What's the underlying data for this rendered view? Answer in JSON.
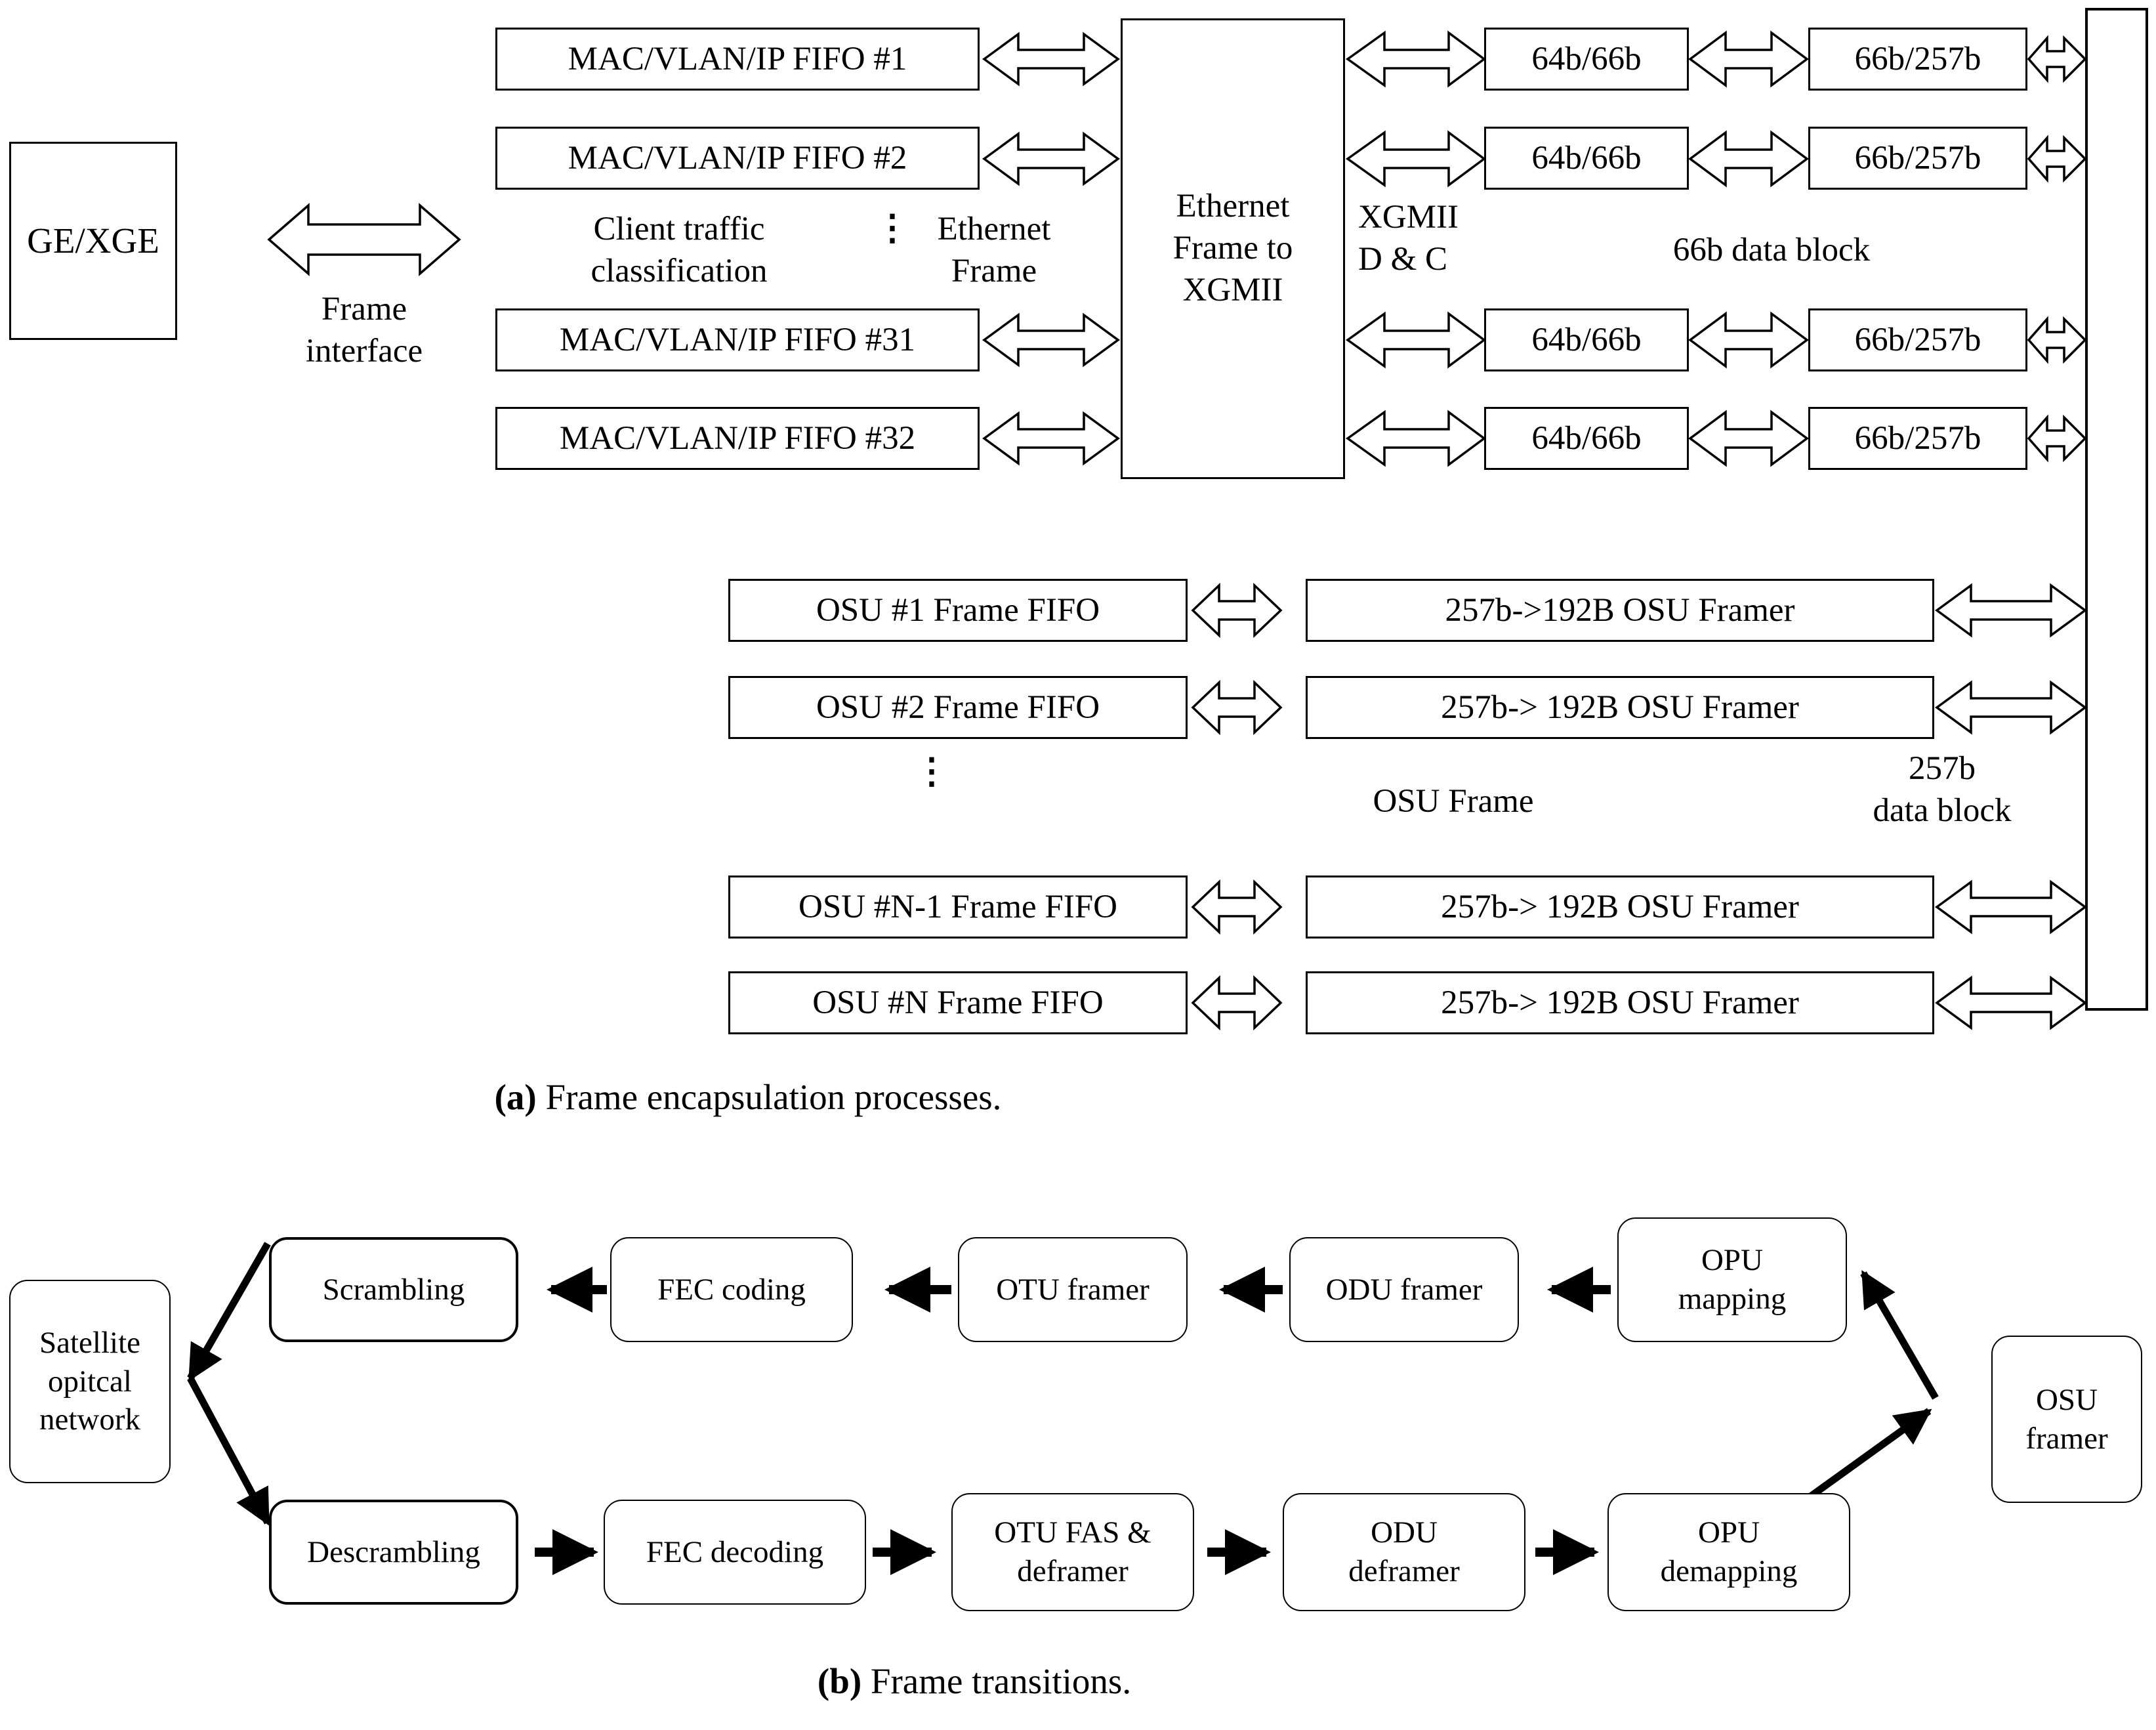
{
  "figure": {
    "caption_a_prefix": "(a)",
    "caption_a": "Frame encapsulation processes.",
    "caption_b_prefix": "(b)",
    "caption_b": "Frame transitions.",
    "line_color": "#000000",
    "background_color": "#ffffff"
  },
  "panel_a": {
    "client": {
      "label": "GE/XGE"
    },
    "frame_interface_label": "Frame\ninterface",
    "client_traffic_label": "Client traffic\nclassification",
    "ethernet_frame_label": "Ethernet\nFrame",
    "xgmii_converter_label": "Ethernet\nFrame to\nXGMII",
    "xgmii_dc_label": "XGMII\nD & C",
    "data_block_66b_label": "66b data block",
    "osu_frame_label": "OSU Frame",
    "data_block_257b_label": "257b\ndata block",
    "ellipsis_glyph": "⋮",
    "fifo_rows": [
      {
        "fifo": "MAC/VLAN/IP FIFO #1",
        "pcs": "64b/66b",
        "transcode": "66b/257b"
      },
      {
        "fifo": "MAC/VLAN/IP FIFO #2",
        "pcs": "64b/66b",
        "transcode": "66b/257b"
      },
      {
        "fifo": "MAC/VLAN/IP FIFO #31",
        "pcs": "64b/66b",
        "transcode": "66b/257b"
      },
      {
        "fifo": "MAC/VLAN/IP FIFO #32",
        "pcs": "64b/66b",
        "transcode": "66b/257b"
      }
    ],
    "osu_rows": [
      {
        "fifo": "OSU #1 Frame FIFO",
        "framer": "257b->192B OSU Framer"
      },
      {
        "fifo": "OSU #2  Frame FIFO",
        "framer": "257b-> 192B OSU Framer"
      },
      {
        "fifo": "OSU #N-1  Frame FIFO",
        "framer": "257b-> 192B OSU Framer"
      },
      {
        "fifo": "OSU #N  Frame FIFO",
        "framer": "257b-> 192B OSU Framer"
      }
    ]
  },
  "panel_b": {
    "network": {
      "label": "Satellite\nopitcal\nnetwork"
    },
    "osu_framer": {
      "label": "OSU\nframer"
    },
    "tx_chain": [
      {
        "label": "Scrambling",
        "emphasis": true
      },
      {
        "label": "FEC coding",
        "emphasis": false
      },
      {
        "label": "OTU framer",
        "emphasis": false
      },
      {
        "label": "ODU framer",
        "emphasis": false
      },
      {
        "label": "OPU\nmapping",
        "emphasis": false
      }
    ],
    "rx_chain": [
      {
        "label": "Descrambling",
        "emphasis": true
      },
      {
        "label": "FEC decoding",
        "emphasis": false
      },
      {
        "label": "OTU FAS &\ndeframer",
        "emphasis": false
      },
      {
        "label": "ODU\ndeframer",
        "emphasis": false
      },
      {
        "label": "OPU\ndemapping",
        "emphasis": false
      }
    ]
  }
}
